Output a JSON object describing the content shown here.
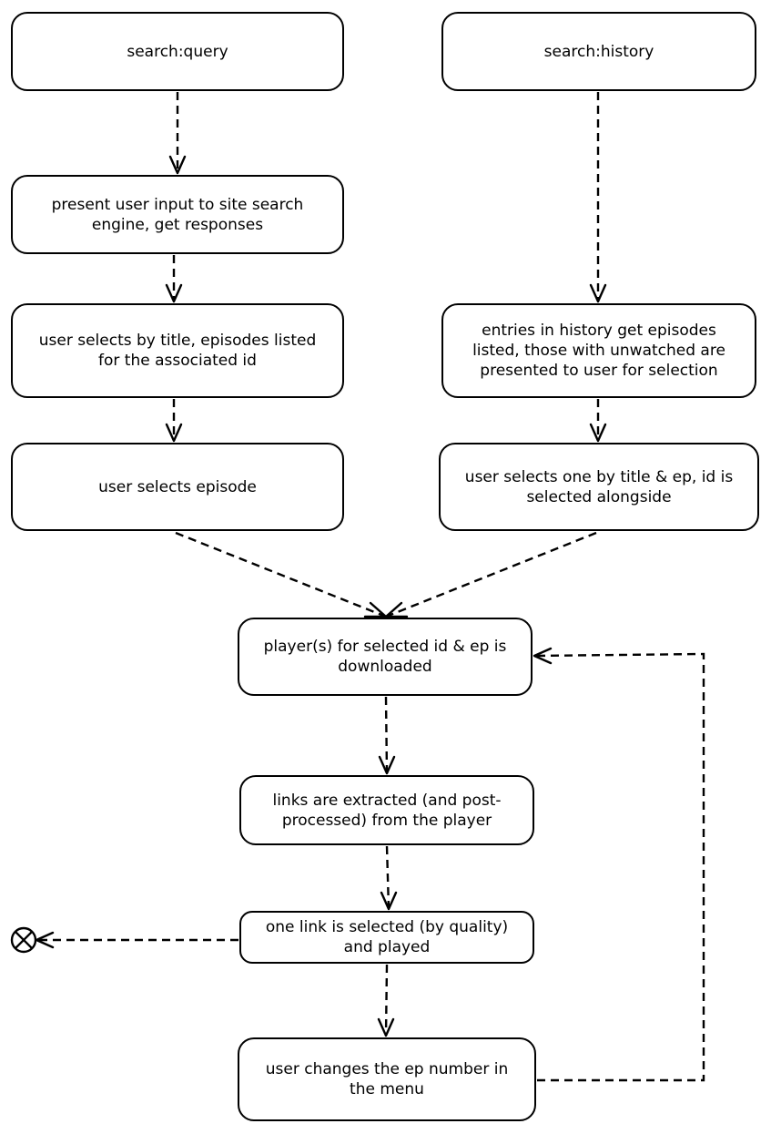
{
  "diagram": {
    "nodes": {
      "search_query": "search:query",
      "search_history": "search:history",
      "present_input": "present user input to site search\nengine, get responses",
      "select_title": "user selects by title, episodes listed\nfor the associated id",
      "history_entries": "entries in history get episodes\nlisted, those with unwatched are\npresented to user for selection",
      "select_episode": "user selects episode",
      "select_title_ep": "user selects one by title & ep, id is\nselected alongside",
      "player_downloaded": "player(s) for selected id & ep is\ndownloaded",
      "links_extracted": "links are extracted (and post-\nprocessed) from the player",
      "link_selected": "one link is selected (by quality)\nand played",
      "change_ep": "user changes the ep number in\nthe menu"
    },
    "edges": [
      {
        "from": "search_query",
        "to": "present_input"
      },
      {
        "from": "present_input",
        "to": "select_title"
      },
      {
        "from": "select_title",
        "to": "select_episode"
      },
      {
        "from": "search_history",
        "to": "history_entries"
      },
      {
        "from": "history_entries",
        "to": "select_title_ep"
      },
      {
        "from": "select_episode",
        "to": "player_downloaded"
      },
      {
        "from": "select_title_ep",
        "to": "player_downloaded"
      },
      {
        "from": "player_downloaded",
        "to": "links_extracted"
      },
      {
        "from": "links_extracted",
        "to": "link_selected"
      },
      {
        "from": "link_selected",
        "to": "final_state"
      },
      {
        "from": "link_selected",
        "to": "change_ep"
      },
      {
        "from": "change_ep",
        "to": "player_downloaded"
      }
    ],
    "final_state": "final-state-icon"
  }
}
